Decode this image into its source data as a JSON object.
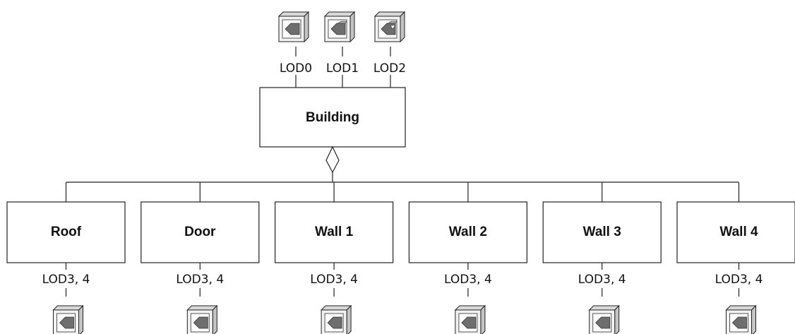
{
  "root": {
    "label": "Building",
    "lods": [
      {
        "label": "LOD0",
        "icon": "lod0-block-icon"
      },
      {
        "label": "LOD1",
        "icon": "lod1-block-icon"
      },
      {
        "label": "LOD2",
        "icon": "lod2-block-icon"
      }
    ]
  },
  "aggregation_symbol": "diamond",
  "children": [
    {
      "label": "Roof",
      "lod_label": "LOD3, 4",
      "icon": "lod34-block-icon"
    },
    {
      "label": "Door",
      "lod_label": "LOD3, 4",
      "icon": "lod34-block-icon"
    },
    {
      "label": "Wall 1",
      "lod_label": "LOD3, 4",
      "icon": "lod34-block-icon"
    },
    {
      "label": "Wall 2",
      "lod_label": "LOD3, 4",
      "icon": "lod34-block-icon"
    },
    {
      "label": "Wall 3",
      "lod_label": "LOD3, 4",
      "icon": "lod34-block-icon"
    },
    {
      "label": "Wall 4",
      "lod_label": "LOD3, 4",
      "icon": "lod34-block-icon"
    }
  ],
  "colors": {
    "stroke": "#222222",
    "icon_face": "#f2f2f2",
    "icon_dark": "#6e6e6e",
    "icon_mid": "#a8a8a8"
  }
}
